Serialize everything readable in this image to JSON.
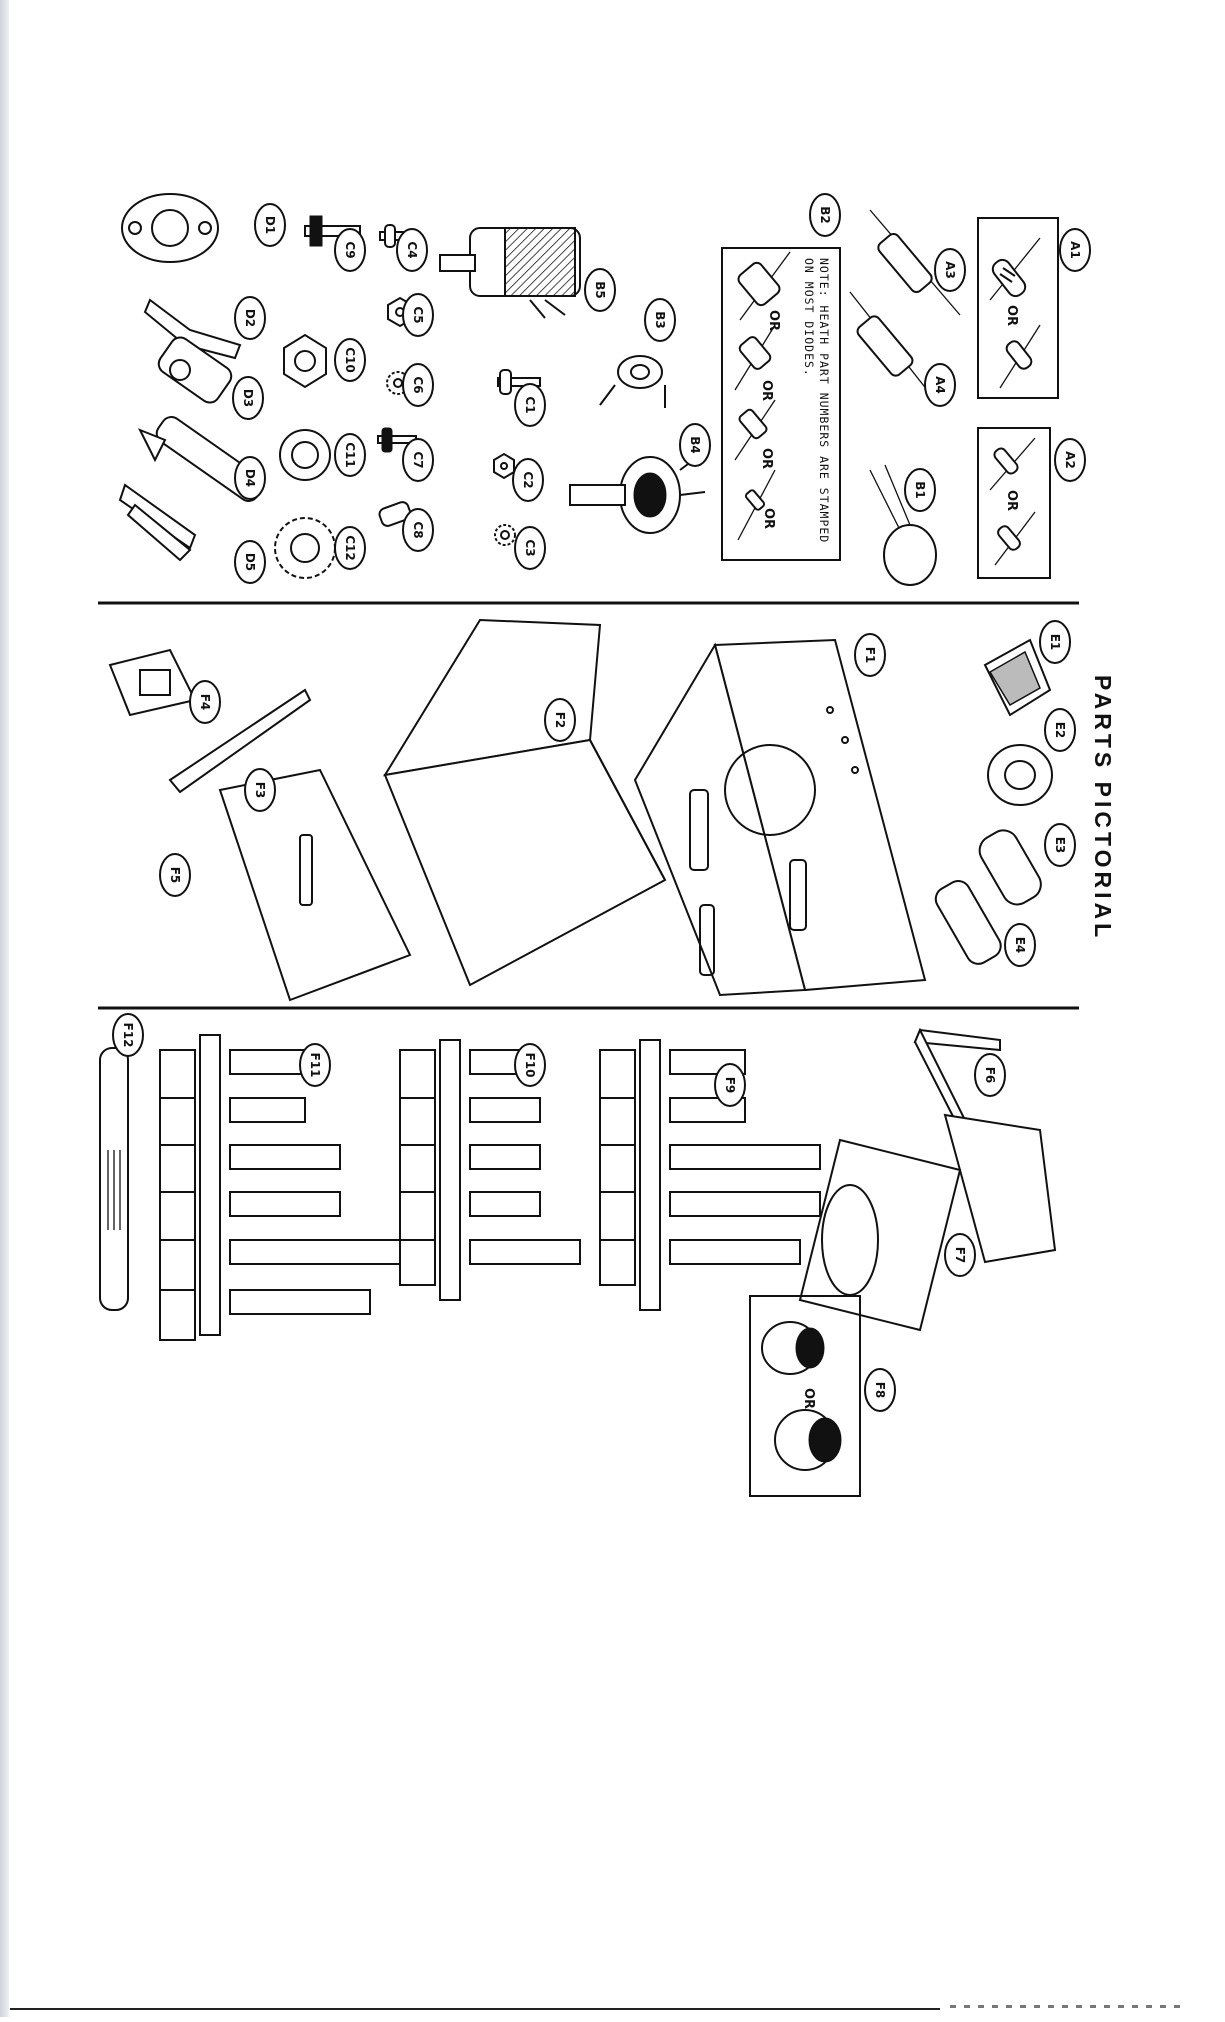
{
  "title": "PARTS PICTORIAL",
  "note": {
    "line1": "NOTE: HEATH PART NUMBERS ARE STAMPED",
    "line2": "ON MOST DIODES."
  },
  "or_text": "OR",
  "labels": {
    "A1": "A1",
    "A2": "A2",
    "A3": "A3",
    "A4": "A4",
    "B1": "B1",
    "B2": "B2",
    "B3": "B3",
    "B4": "B4",
    "B5": "B5",
    "C1": "C1",
    "C2": "C2",
    "C3": "C3",
    "C4": "C4",
    "C5": "C5",
    "C6": "C6",
    "C7": "C7",
    "C8": "C8",
    "C9": "C9",
    "C10": "C10",
    "C11": "C11",
    "C12": "C12",
    "D1": "D1",
    "D2": "D2",
    "D3": "D3",
    "D4": "D4",
    "D5": "D5",
    "E1": "E1",
    "E2": "E2",
    "E3": "E3",
    "E4": "E4",
    "F1": "F1",
    "F2": "F2",
    "F3": "F3",
    "F4": "F4",
    "F5": "F5",
    "F6": "F6",
    "F7": "F7",
    "F8": "F8",
    "F9": "F9",
    "F10": "F10",
    "F11": "F11",
    "F12": "F12"
  },
  "colors": {
    "ink": "#111111",
    "paper": "#ffffff",
    "edge": "#cfd3da"
  }
}
